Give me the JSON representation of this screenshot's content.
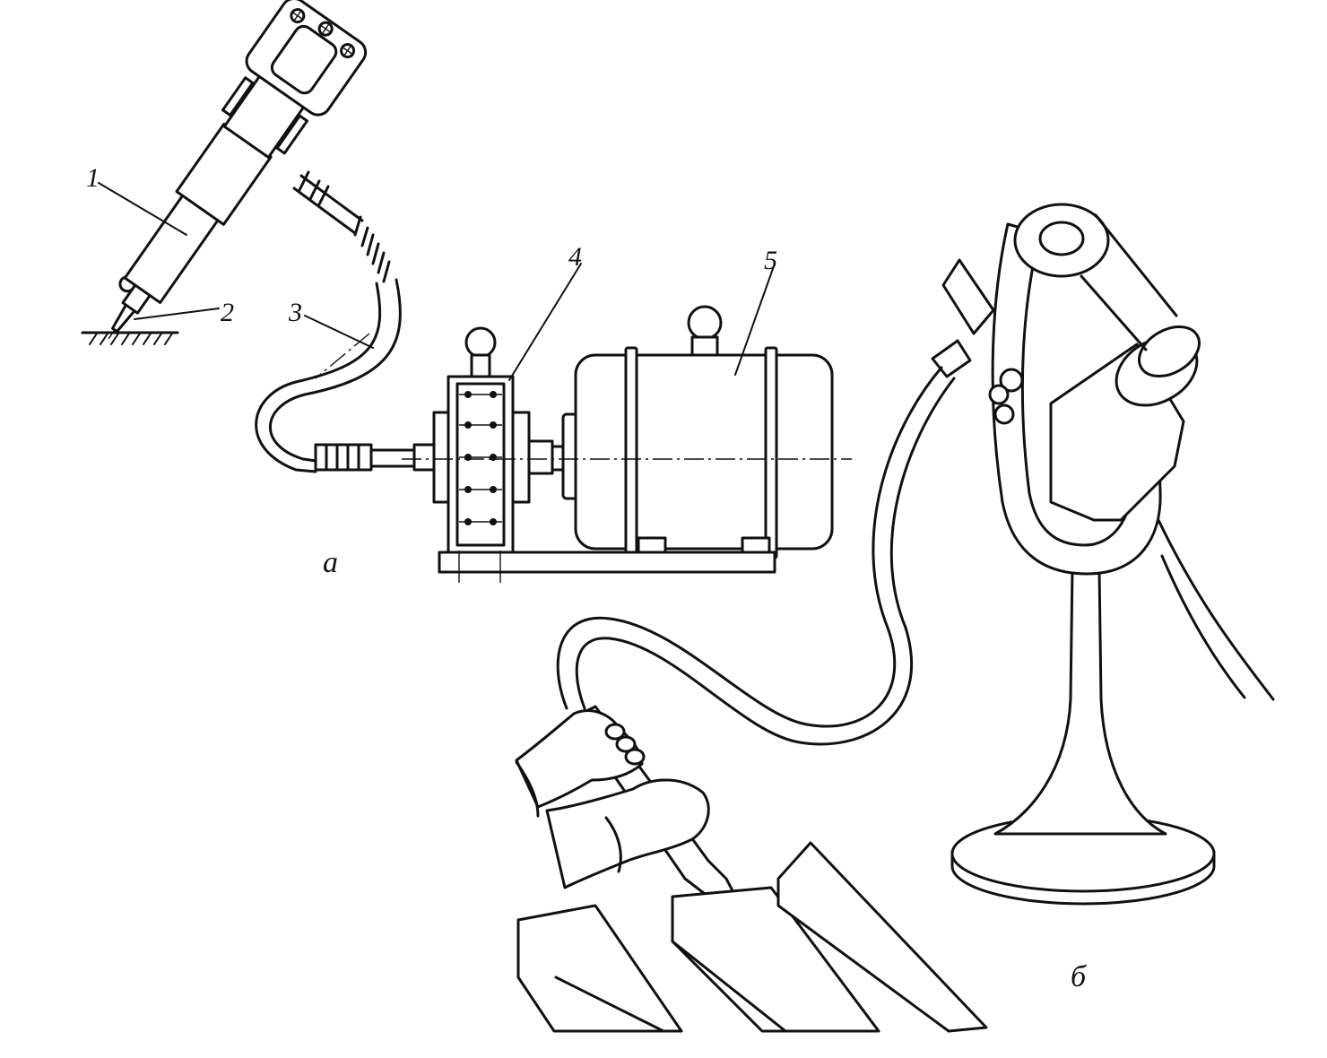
{
  "labels": {
    "tool": "1",
    "tip": "2",
    "hose": "3",
    "gearbox": "4",
    "motor": "5",
    "sub_a": "а",
    "sub_b": "б"
  }
}
